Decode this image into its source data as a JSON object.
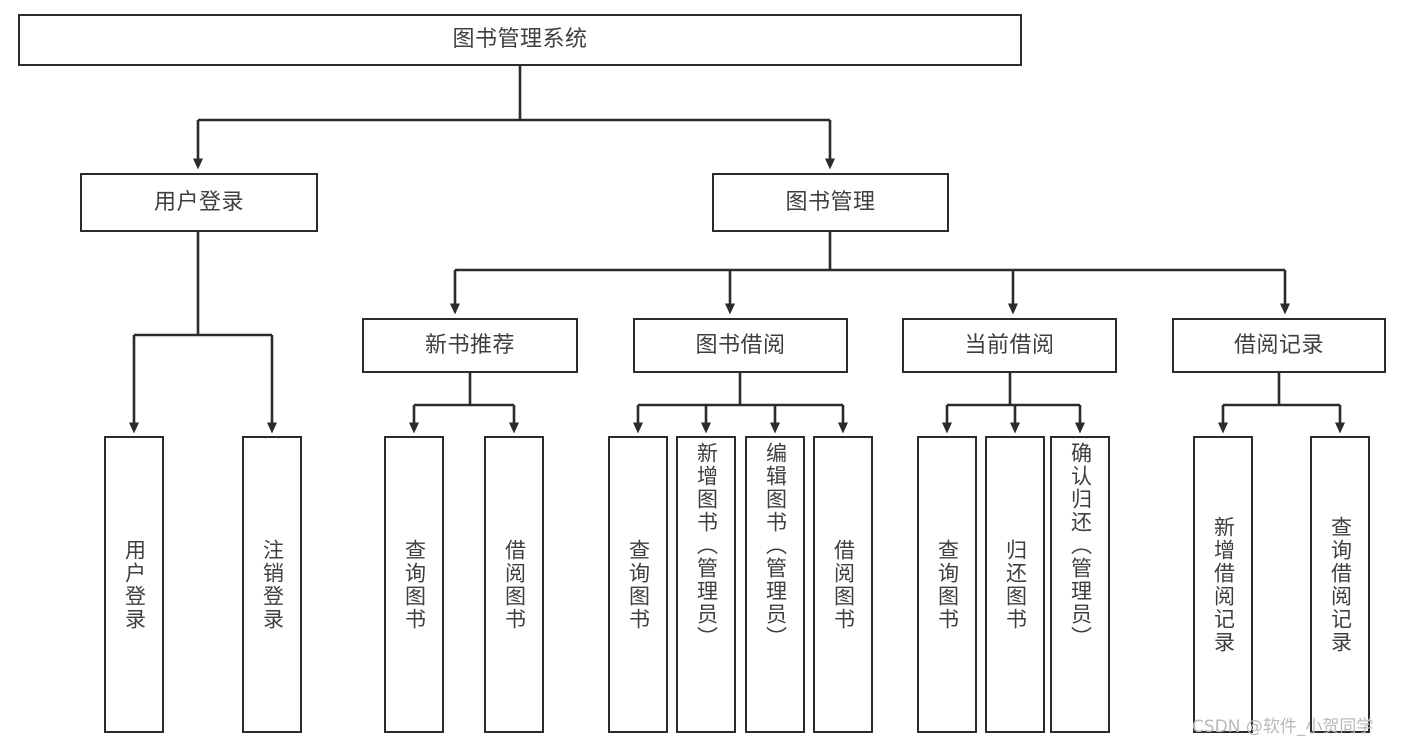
{
  "diagram": {
    "title": "图书管理系统",
    "type": "tree-functional-structure",
    "watermark": "CSDN @软件_小贺同学",
    "colors": {
      "stroke": "#2b2b2b",
      "text": "#3f3f3f",
      "background": "#ffffff",
      "watermark": "#b9b9b9"
    },
    "root": {
      "label": "图书管理系统"
    },
    "level2": [
      {
        "id": "user-login",
        "label": "用户登录"
      },
      {
        "id": "book-manage",
        "label": "图书管理"
      }
    ],
    "level3": [
      {
        "id": "new-book-recommend",
        "label": "新书推荐"
      },
      {
        "id": "book-borrow",
        "label": "图书借阅"
      },
      {
        "id": "current-borrow",
        "label": "当前借阅"
      },
      {
        "id": "borrow-record",
        "label": "借阅记录"
      }
    ],
    "leaves": {
      "user_login": [
        {
          "id": "leaf-user-login",
          "label": "用户登录"
        },
        {
          "id": "leaf-logout",
          "label": "注销登录"
        }
      ],
      "new_book_recommend": [
        {
          "id": "leaf-query-book-1",
          "label": "查询图书"
        },
        {
          "id": "leaf-borrow-book-1",
          "label": "借阅图书"
        }
      ],
      "book_borrow": [
        {
          "id": "leaf-query-book-2",
          "label": "查询图书"
        },
        {
          "id": "leaf-add-book",
          "label": "新增图书（管理员）"
        },
        {
          "id": "leaf-edit-book",
          "label": "编辑图书（管理员）"
        },
        {
          "id": "leaf-borrow-book-2",
          "label": "借阅图书"
        }
      ],
      "current_borrow": [
        {
          "id": "leaf-query-book-3",
          "label": "查询图书"
        },
        {
          "id": "leaf-return-book",
          "label": "归还图书"
        },
        {
          "id": "leaf-confirm-return",
          "label": "确认归还（管理员）"
        }
      ],
      "borrow_record": [
        {
          "id": "leaf-add-record",
          "label": "新增借阅记录"
        },
        {
          "id": "leaf-query-record",
          "label": "查询借阅记录"
        }
      ]
    }
  }
}
